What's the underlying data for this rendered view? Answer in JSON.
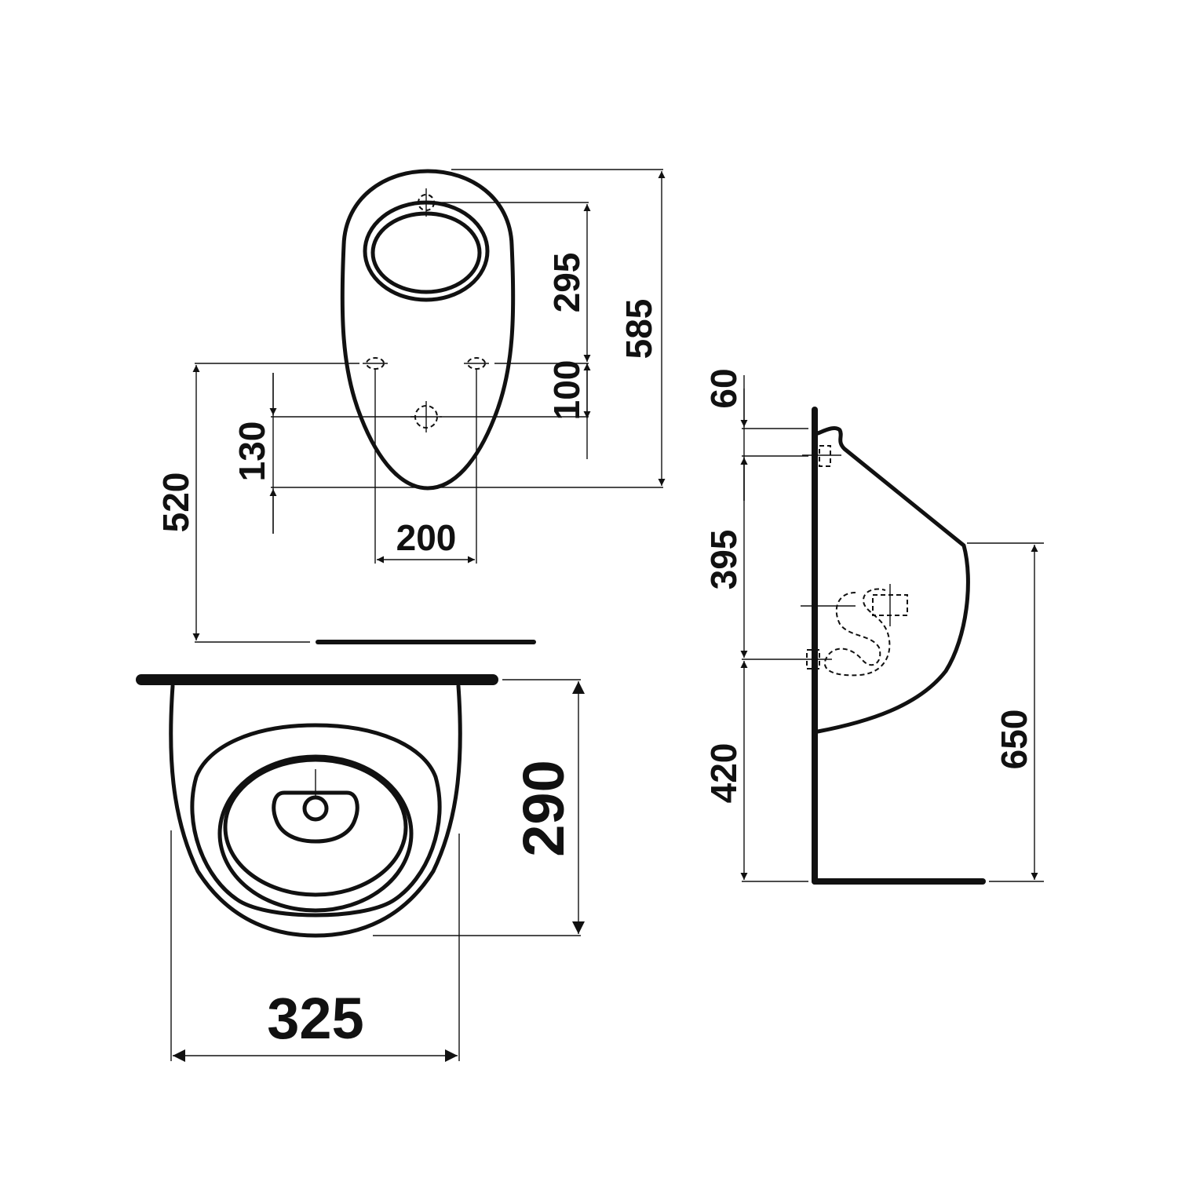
{
  "front_view": {
    "dimensions": {
      "height_total": "585",
      "inlet_to_fixing": "295",
      "fixing_to_outlet": "100",
      "outlet_to_bottom": "130",
      "fixing_height": "520",
      "fixing_spacing": "200"
    }
  },
  "top_view": {
    "dimensions": {
      "depth": "290",
      "width": "325"
    }
  },
  "side_view": {
    "dimensions": {
      "top_offset": "60",
      "inlet_to_outlet": "395",
      "outlet_height": "420",
      "rim_height": "650"
    }
  }
}
